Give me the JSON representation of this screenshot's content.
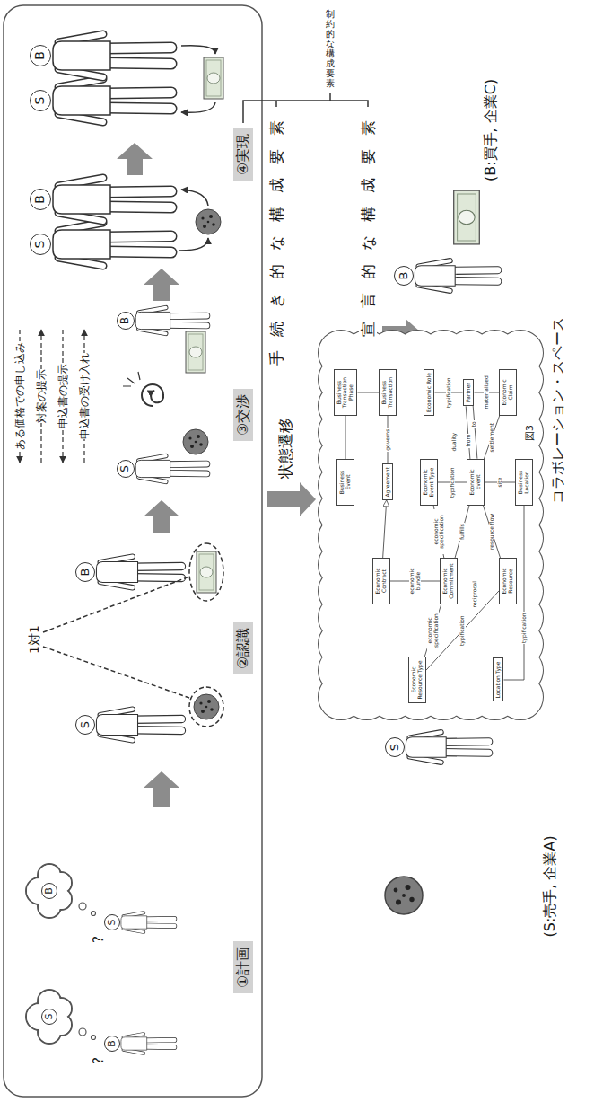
{
  "diagram": {
    "nodes": [
      {
        "text": [
          "①計画"
        ]
      },
      {
        "text": [
          "S"
        ]
      },
      {
        "text": [
          "B"
        ]
      },
      {
        "text": [
          "S"
        ]
      },
      {
        "text": [
          "B"
        ]
      },
      {
        "text": [
          "②認識"
        ]
      },
      {
        "text": [
          "S"
        ]
      },
      {
        "text": [
          "B"
        ]
      },
      {
        "text": [
          "③交渉"
        ]
      },
      {
        "text": [
          "S"
        ]
      },
      {
        "text": [
          "B"
        ]
      },
      {
        "text": [
          "④実現"
        ]
      },
      {
        "text": [
          "S"
        ]
      },
      {
        "text": [
          "B"
        ]
      },
      {
        "text": [
          "S"
        ]
      },
      {
        "text": [
          "B"
        ]
      },
      {
        "text": [
          "S"
        ]
      },
      {
        "text": [
          "コラボレーション・スペース"
        ]
      },
      {
        "text": [
          "B"
        ]
      },
      {
        "text": [
          "Business Transaction Phase"
        ],
        "in": 17
      },
      {
        "text": [
          "Business Transaction"
        ],
        "in": 17
      },
      {
        "text": [
          "Business Event"
        ],
        "in": 17
      },
      {
        "text": [
          "Agreement"
        ],
        "in": 17
      },
      {
        "text": [
          "Economic Contract"
        ],
        "in": 17
      },
      {
        "text": [
          "Economic Role"
        ],
        "in": 17
      },
      {
        "text": [
          "Economic Event Type"
        ],
        "in": 17
      },
      {
        "text": [
          "Economic Resource Type"
        ],
        "in": 17
      },
      {
        "text": [
          "Economic Commitment"
        ],
        "in": 17
      },
      {
        "text": [
          "Partner"
        ],
        "in": 17
      },
      {
        "text": [
          "Economic Event"
        ],
        "in": 17
      },
      {
        "text": [
          "Economic Claim"
        ],
        "in": 17
      },
      {
        "text": [
          "Location Type"
        ],
        "in": 17
      },
      {
        "text": [
          "Economic Resource"
        ],
        "in": 17
      },
      {
        "text": [
          "Business Location"
        ],
        "in": 17
      }
    ],
    "edges": [
      {
        "from": 21,
        "to": 19,
        "arrow": "none"
      },
      {
        "from": 20,
        "to": 19,
        "arrow": "none"
      },
      {
        "from": 22,
        "to": 20,
        "label": "governs",
        "arrow": "none"
      },
      {
        "from": 23,
        "to": 22,
        "arrow": "to"
      },
      {
        "from": 23,
        "to": 27,
        "label": "economic bundle",
        "arrow": "none"
      },
      {
        "from": 27,
        "to": 29,
        "label": "fulfills",
        "arrow": "none"
      },
      {
        "from": 27,
        "to": 26,
        "label": "economic specification",
        "arrow": "none"
      },
      {
        "from": 27,
        "to": 25,
        "label": "economic specification",
        "arrow": "none"
      },
      {
        "from": 25,
        "to": 29,
        "label": "typification",
        "arrow": "none"
      },
      {
        "from": 29,
        "to": 28,
        "label": "from",
        "arrow": "none"
      },
      {
        "from": 29,
        "to": 28,
        "label": "to",
        "arrow": "none"
      },
      {
        "from": 28,
        "to": 24,
        "label": "typification",
        "arrow": "none"
      },
      {
        "from": 29,
        "to": 30,
        "label": "settlement",
        "arrow": "none"
      },
      {
        "from": 30,
        "to": 28,
        "label": "materialized",
        "arrow": "none"
      },
      {
        "from": 29,
        "to": 32,
        "label": "resource flow",
        "arrow": "none"
      },
      {
        "from": 32,
        "to": 26,
        "label": "typification",
        "arrow": "none"
      },
      {
        "from": 29,
        "to": 33,
        "label": "site",
        "arrow": "none"
      },
      {
        "from": 33,
        "to": 31,
        "label": "typification",
        "arrow": "none"
      }
    ],
    "labels": [
      "?",
      "?",
      "1対1",
      "ある価格での申し込み",
      "対案の提示",
      "申込書の提示",
      "申込書の受け入れ",
      "手続き的な構成要素",
      "制約的な構成要素",
      "状態遷移",
      "宣言的な構成要素",
      "reciprocal",
      "duality",
      "図3",
      "(S:売手, 企業A)",
      "(B:買手, 企業C)"
    ]
  }
}
